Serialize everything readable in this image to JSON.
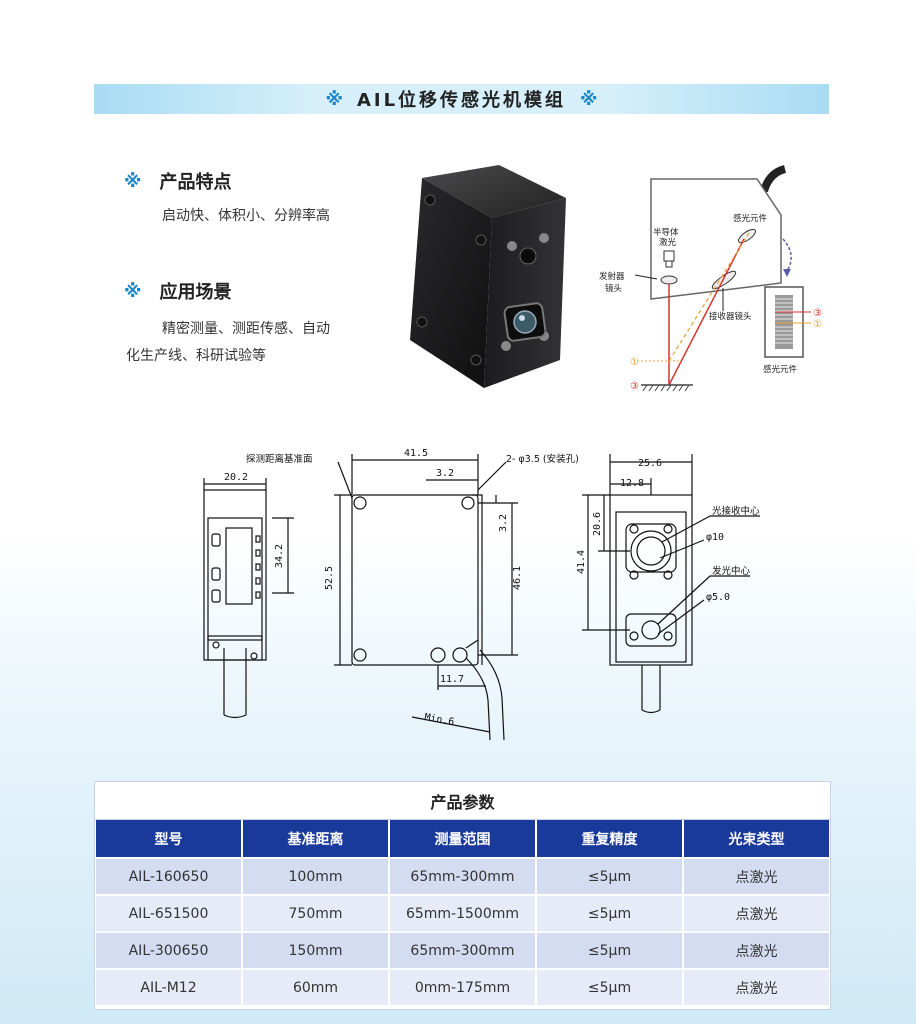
{
  "header": {
    "mark": "※",
    "title": "AIL位移传感光机模组"
  },
  "features": {
    "mark": "※",
    "title": "产品特点",
    "text": "启动快、体积小、分辨率高"
  },
  "scenarios": {
    "mark": "※",
    "title": "应用场景",
    "line1": "精密测量、测距传感、自动",
    "line2": "化生产线、科研试验等"
  },
  "principle": {
    "laser": "半导体激光",
    "laser_line1": "半导体",
    "laser_line2": "激光",
    "sensor": "感光元件",
    "emitter_line1": "发射器",
    "emitter_line2": "镜头",
    "receiver": "接收器镜头",
    "sensor_bottom": "感光元件",
    "mark1": "①",
    "mark3": "③"
  },
  "drawing": {
    "ref_face": "探测距离基准面",
    "w_side": "20.2",
    "h_side": "34.2",
    "w_front": "41.5",
    "off_hole": "3.2",
    "hole_label": "2- φ3.5 (安装孔)",
    "h_front": "52.5",
    "off_side": "3.2",
    "h_holes": "46.1",
    "cable_off": "11.7",
    "min_bend": "Min.6",
    "w_back": "25.6",
    "c_back": "12.8",
    "rx_center": "光接收中心",
    "rx_dia": "φ10",
    "h_rx": "20.6",
    "h_tx": "41.4",
    "tx_center": "发光中心",
    "tx_dia": "φ5.0"
  },
  "params": {
    "title": "产品参数",
    "columns": [
      "型号",
      "基准距离",
      "测量范围",
      "重复精度",
      "光束类型"
    ],
    "rows": [
      [
        "AIL-160650",
        "100mm",
        "65mm-300mm",
        "≤5μm",
        "点激光"
      ],
      [
        "AIL-651500",
        "750mm",
        "65mm-1500mm",
        "≤5μm",
        "点激光"
      ],
      [
        "AIL-300650",
        "150mm",
        "65mm-300mm",
        "≤5μm",
        "点激光"
      ],
      [
        "AIL-M12",
        "60mm",
        "0mm-175mm",
        "≤5μm",
        "点激光"
      ]
    ]
  },
  "colors": {
    "accent": "#1b86c9",
    "table_header": "#1a3a9b",
    "laser": "#d9342b"
  }
}
